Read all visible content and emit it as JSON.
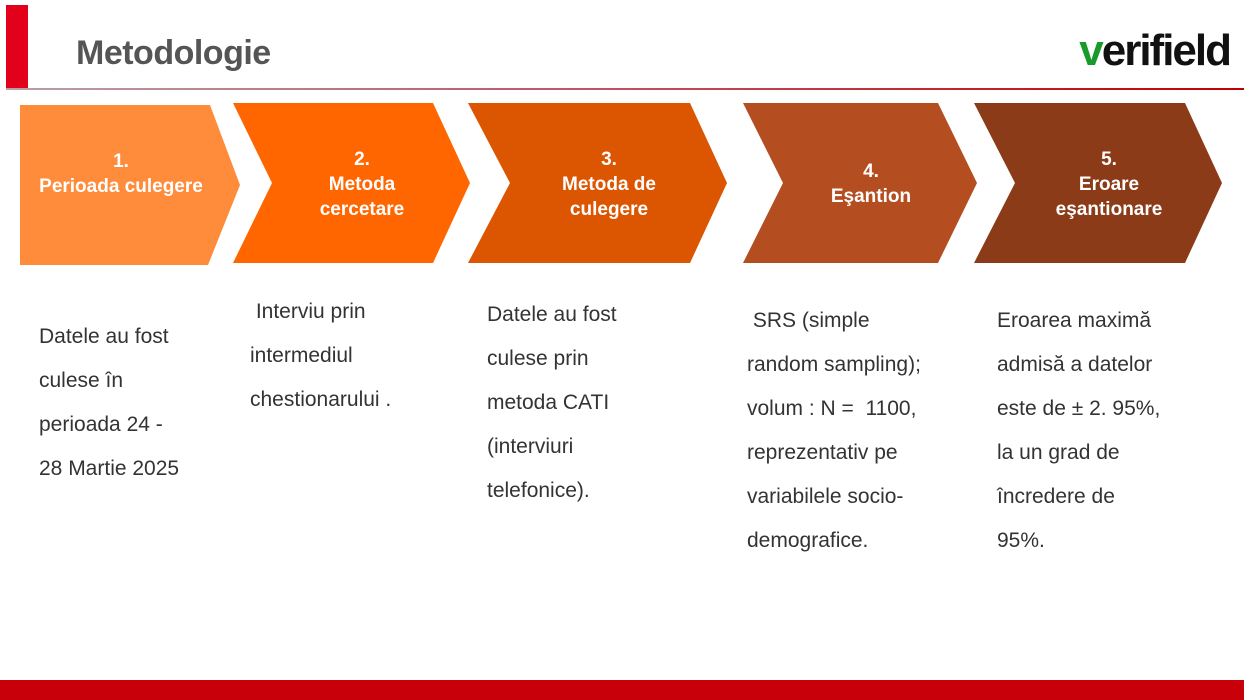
{
  "header": {
    "title": "Metodologie",
    "logo_text": "verifield"
  },
  "steps": [
    {
      "number": "1.",
      "title": "Perioada culegere",
      "color": "#FF8C3A",
      "description": "Datele au fost\nculese în\nperioada 24 -\n28 Martie 2025"
    },
    {
      "number": "2.",
      "title": "Metoda\ncercetare",
      "color": "#FF6600",
      "description": " Interviu prin\nintermediul\nchestionarului ."
    },
    {
      "number": "3.",
      "title": "Metoda de\nculegere",
      "color": "#DC5500",
      "description": "Datele au fost\nculese prin\nmetoda CATI\n(interviuri\ntelefonice)."
    },
    {
      "number": "4.",
      "title": "Eşantion",
      "color": "#B44D20",
      "description": " SRS (simple\nrandom sampling);\nvolum : N =  1100,\nreprezentativ pe\nvariabilele socio-\ndemografice."
    },
    {
      "number": "5.",
      "title": "Eroare\neşantionare",
      "color": "#8B3B17",
      "description": "Eroarea maximă\nadmisă a datelor\neste de ± 2. 95%,\nla un grad de\nîncredere de\n95%."
    }
  ]
}
